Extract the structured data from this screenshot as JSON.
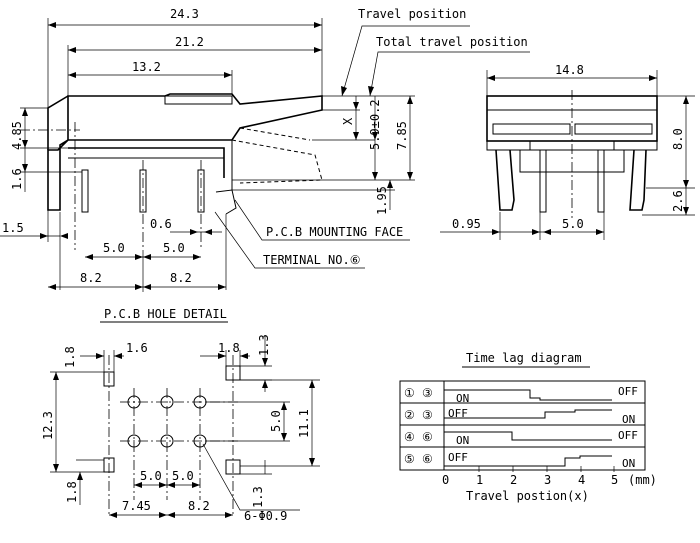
{
  "side_view": {
    "dims": {
      "d_24_3": "24.3",
      "d_21_2": "21.2",
      "d_13_2": "13.2",
      "d_4_85": "4.85",
      "d_1_6": "1.6",
      "d_1_5": "1.5",
      "d_0_6": "0.6",
      "d_5_0a": "5.0",
      "d_5_0b": "5.0",
      "d_8_2a": "8.2",
      "d_8_2b": "8.2",
      "d_x": "X",
      "d_5_9": "5.9±0.2",
      "d_7_85": "7.85",
      "d_1_95": "1.95"
    },
    "labels": {
      "travel_position": "Travel position",
      "total_travel_position": "Total travel position",
      "pcb_mounting_face": "P.C.B MOUNTING FACE",
      "terminal_no": "TERMINAL NO.⑥"
    }
  },
  "front_view": {
    "dims": {
      "d_14_8": "14.8",
      "d_8_0": "8.0",
      "d_2_6": "2.6",
      "d_0_95": "0.95",
      "d_5_0": "5.0"
    }
  },
  "pcb_hole_detail": {
    "title": "P.C.B HOLE DETAIL",
    "dims": {
      "d_1_8_top": "1.8",
      "d_1_6": "1.6",
      "d_1_8_right": "1.8",
      "d_1_3_top": "1.3",
      "d_12_3": "12.3",
      "d_5_0_v": "5.0",
      "d_11_1": "11.1",
      "d_1_8_bottom": "1.8",
      "d_5_0a": "5.0",
      "d_5_0b": "5.0",
      "d_1_3_bottom": "1.3",
      "d_7_45": "7.45",
      "d_8_2": "8.2",
      "hole_callout": "6-Φ0.9"
    }
  },
  "time_lag": {
    "title": "Time lag diagram",
    "rows": [
      {
        "terminals": "① ③",
        "left_state": "ON",
        "right_state": "OFF"
      },
      {
        "terminals": "② ③",
        "left_state": "OFF",
        "right_state": "ON"
      },
      {
        "terminals": "④ ⑥",
        "left_state": "ON",
        "right_state": "OFF"
      },
      {
        "terminals": "⑤ ⑥",
        "left_state": "OFF",
        "right_state": "ON"
      }
    ],
    "axis_ticks": [
      "0",
      "1",
      "2",
      "3",
      "4",
      "5"
    ],
    "axis_unit": "(mm)",
    "axis_label": "Travel postion(x)"
  }
}
